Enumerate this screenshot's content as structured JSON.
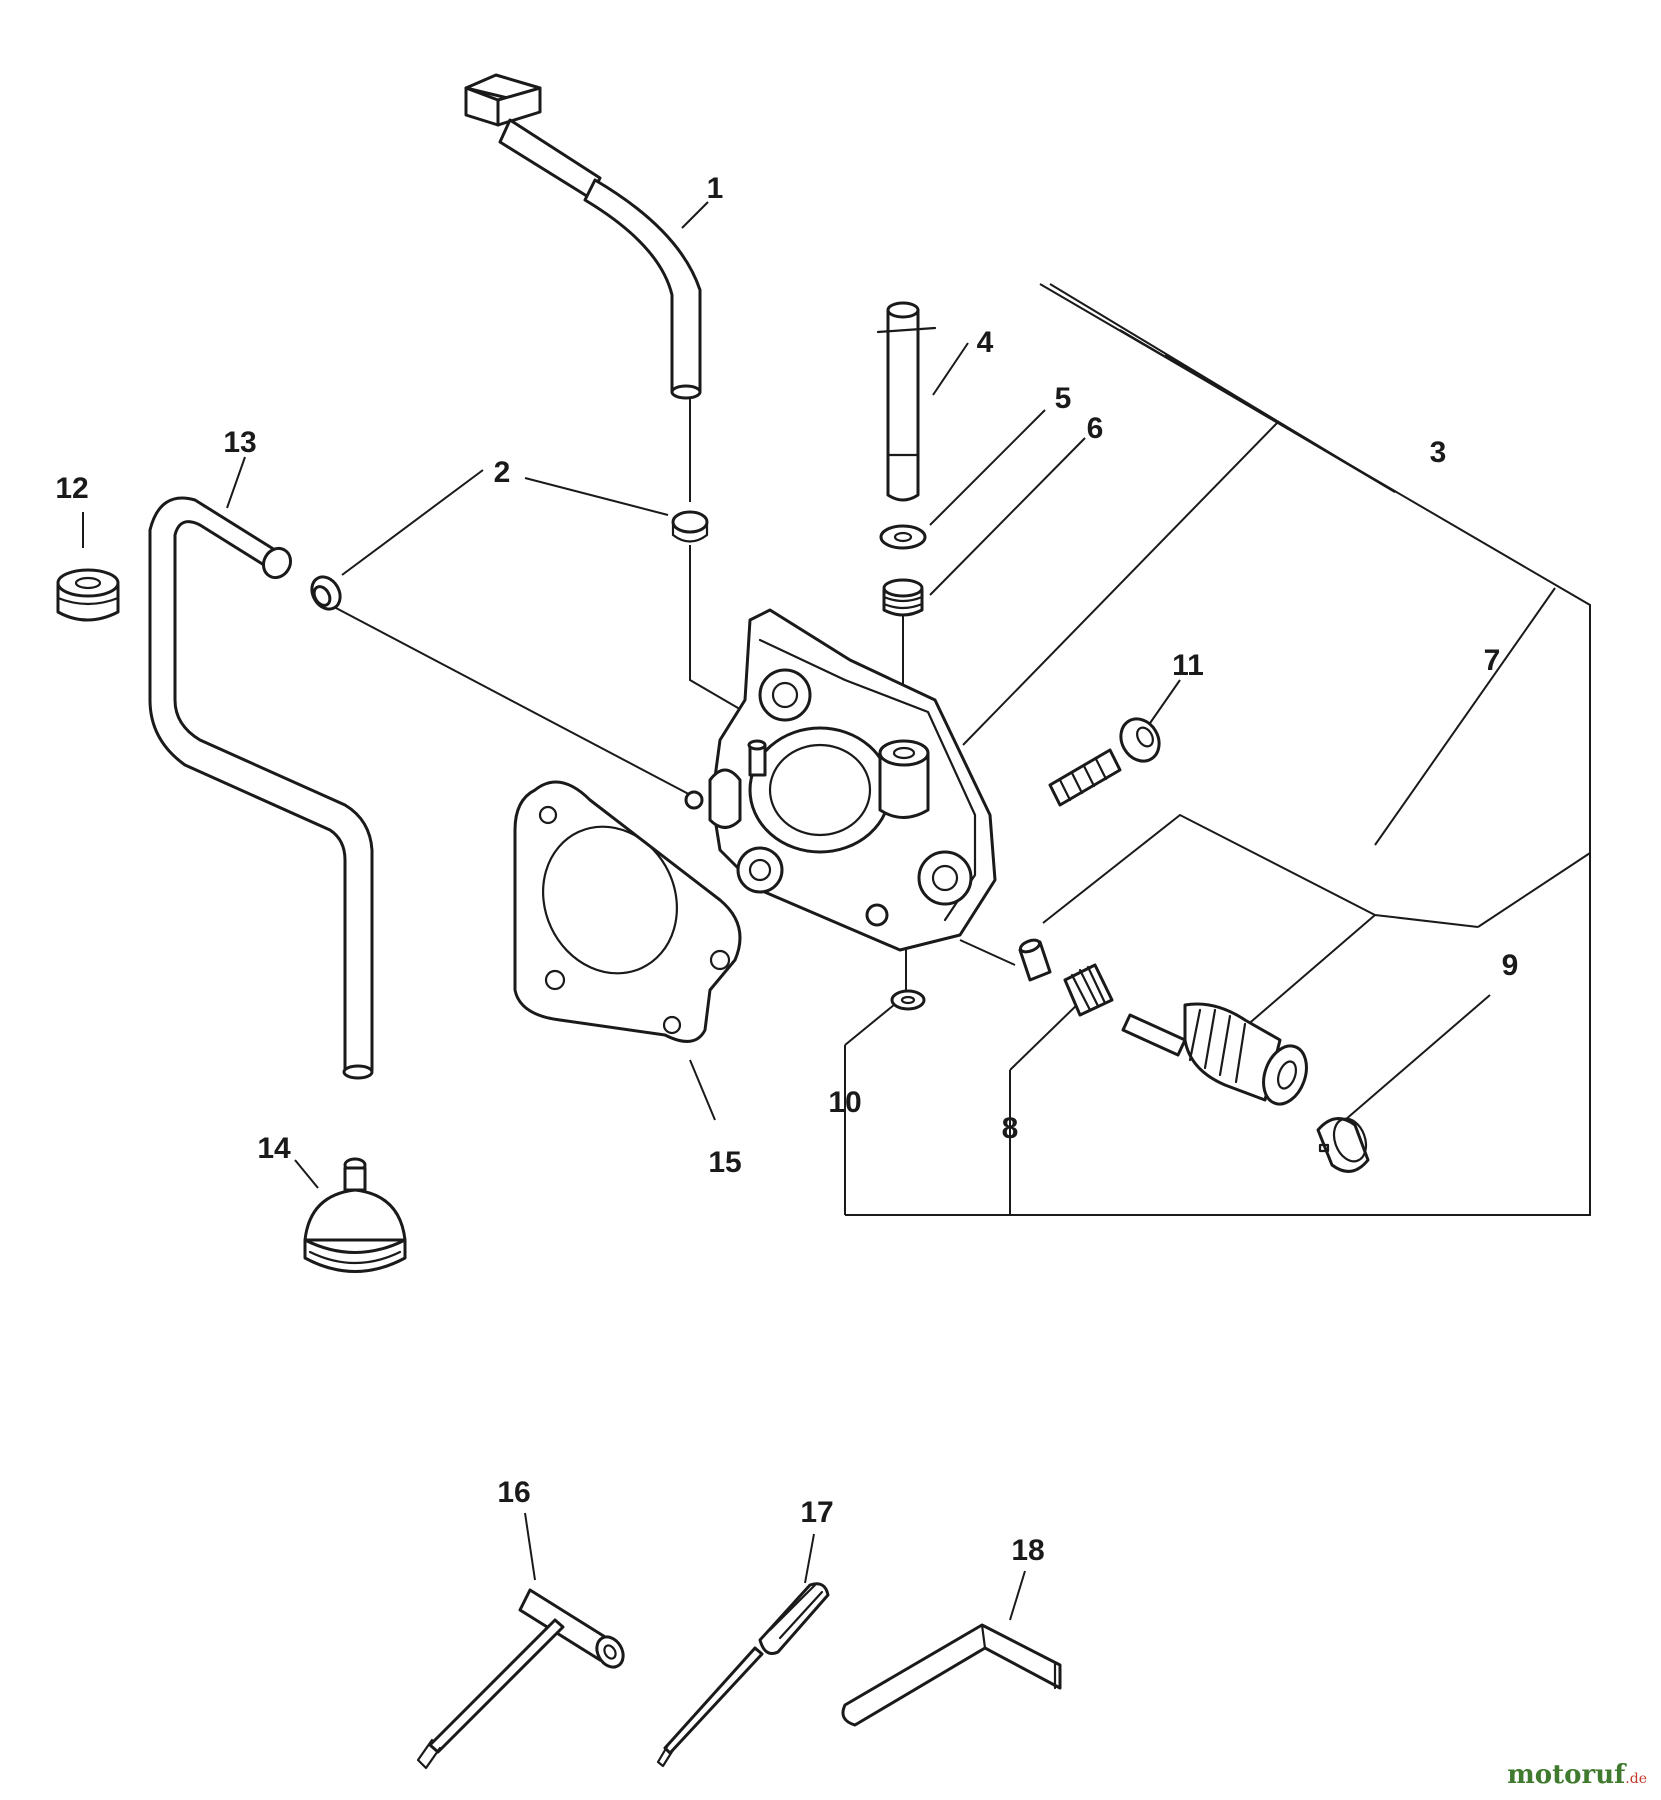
{
  "callouts": [
    "1",
    "2",
    "3",
    "4",
    "5",
    "6",
    "7",
    "8",
    "9",
    "10",
    "11",
    "12",
    "13",
    "14",
    "15",
    "16",
    "17",
    "18"
  ],
  "watermark": {
    "main": "motoruf",
    "tld": ".de",
    "main_color": "#3f7a2e",
    "tld_color": "#c0392b"
  }
}
